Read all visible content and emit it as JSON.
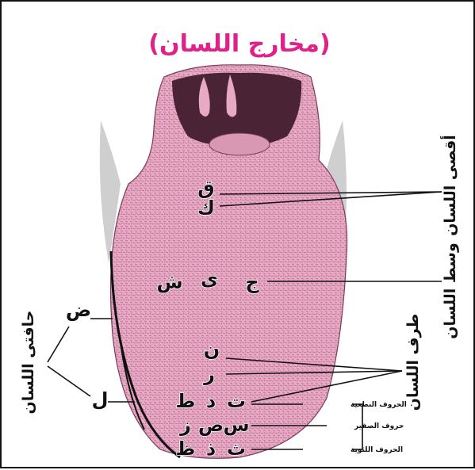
{
  "title": "(مخارج اللسان)",
  "regions": {
    "aqsa": "أقصى اللسان",
    "wasat": "وسط اللسان",
    "taraf": "طرف اللسان",
    "hafata": "حافتى اللسان"
  },
  "groups": {
    "nitiya": "الحروف النطعية",
    "safeer": "حروف الصفير",
    "lathawiya": "الحروف اللثوية"
  },
  "letters": {
    "qaf": "ق",
    "kaf": "ك",
    "sheen": "ش",
    "ya": "ى",
    "jeem": "ج",
    "noon": "ن",
    "ra": "ر",
    "taa_n": "ت",
    "dal": "د",
    "tta": "ط",
    "seen": "س",
    "sad": "ص",
    "zay": "ز",
    "tha": "ث",
    "dhal": "ذ",
    "zha": "ظ",
    "dad": "ض",
    "lam": "ل"
  },
  "colors": {
    "title": "#e0218a",
    "tongue": "#e8a9c4",
    "tongue_dark": "#a05a7c",
    "throat": "#4a2434"
  }
}
